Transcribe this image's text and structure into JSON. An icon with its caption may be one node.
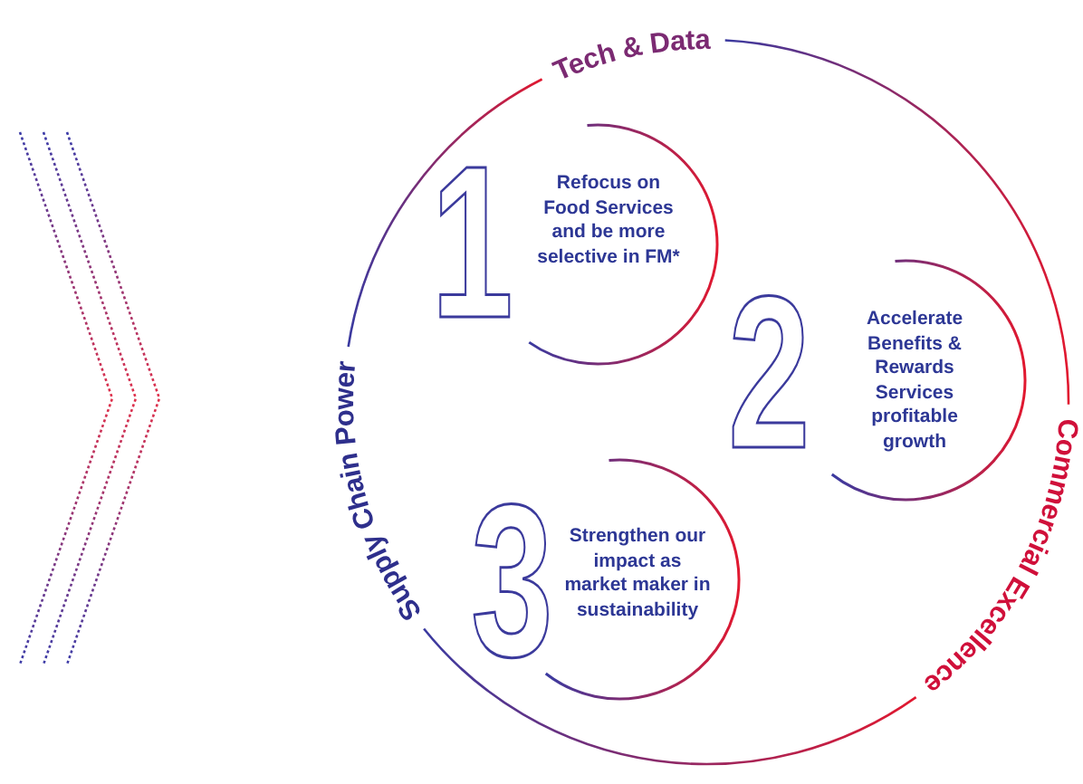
{
  "diagram": {
    "nodes": [
      {
        "text": [
          "Tech & Data",
          "Supply Chain Power",
          "Commercial Excellence"
        ]
      },
      {
        "text": [
          "1",
          "Refocus on Food Services and be more selective in FM*"
        ],
        "in": 0
      },
      {
        "text": [
          "2",
          "Accelerate Benefits & Rewards Services profitable growth"
        ],
        "in": 0
      },
      {
        "text": [
          "3",
          "Strengthen our impact as market maker in sustainability"
        ],
        "in": 0
      }
    ]
  }
}
